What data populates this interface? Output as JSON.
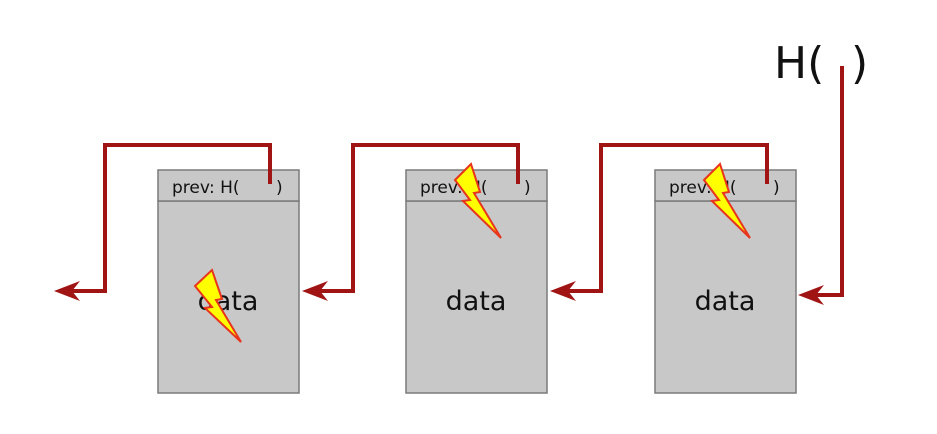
{
  "blocks": [
    {
      "header": "prev: H(",
      "header_close": ")",
      "body": "data",
      "tampered": "data"
    },
    {
      "header": "prev: H(",
      "header_close": ")",
      "body": "data",
      "tampered": "header"
    },
    {
      "header": "prev: H(",
      "header_close": ")",
      "body": "data",
      "tampered": "header"
    }
  ],
  "head_pointer": {
    "open": "H(",
    "close": ")"
  },
  "colors": {
    "pointer": "#a01414",
    "bolt_fill": "#ffff00",
    "bolt_stroke": "#e8341c",
    "block_fill": "#c8c8c8",
    "block_stroke": "#7a7a7a"
  },
  "icons": {
    "tamper": "lightning-bolt-icon",
    "arrow": "arrow-head-icon"
  }
}
